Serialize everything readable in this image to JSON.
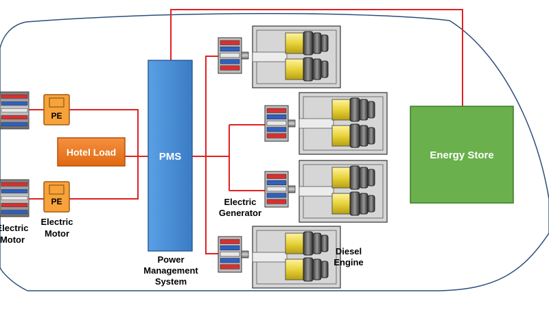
{
  "nodes": {
    "pms": {
      "label": "PMS",
      "caption_lines": [
        "Power",
        "Management",
        "System"
      ]
    },
    "hotel_load": {
      "label": "Hotel Load"
    },
    "energy_store": {
      "label": "Energy Store"
    },
    "pe_top": {
      "label": "PE"
    },
    "pe_bottom": {
      "label": "PE"
    }
  },
  "captions": {
    "motor_left": [
      "Electric",
      "Motor"
    ],
    "motor_right": [
      "Electric",
      "Motor"
    ],
    "generator": [
      "Electric",
      "Generator"
    ],
    "engine": [
      "Diesel",
      "Engine"
    ]
  },
  "colors": {
    "wire": "#e02020",
    "pms_fill": "#4a90d9",
    "pms_stroke": "#2e5f96",
    "hotel_fill": "#f07820",
    "hotel_stroke": "#b05010",
    "pe_fill": "#f7a23a",
    "pe_stroke": "#a05a10",
    "energy_fill": "#6ab04c",
    "energy_stroke": "#3d7a2a",
    "hull": "#2a4d7a"
  }
}
